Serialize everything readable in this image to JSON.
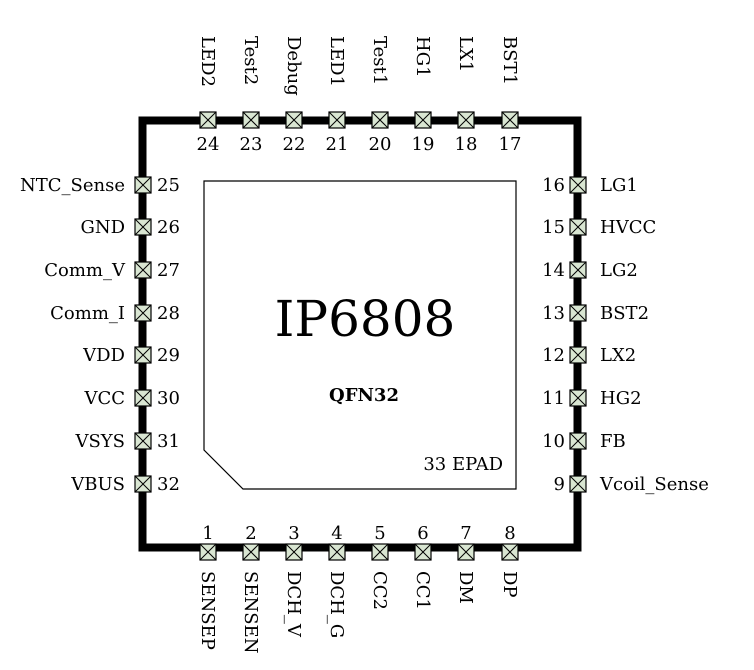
{
  "chip": {
    "name": "IP6808",
    "package": "QFN32",
    "epad_label": "33 EPAD"
  },
  "pins": {
    "bottom": [
      {
        "num": "1",
        "name": "SENSEP"
      },
      {
        "num": "2",
        "name": "SENSEN"
      },
      {
        "num": "3",
        "name": "DCH_V"
      },
      {
        "num": "4",
        "name": "DCH_G"
      },
      {
        "num": "5",
        "name": "CC2"
      },
      {
        "num": "6",
        "name": "CC1"
      },
      {
        "num": "7",
        "name": "DM"
      },
      {
        "num": "8",
        "name": "DP"
      }
    ],
    "right": [
      {
        "num": "9",
        "name": "Vcoil_Sense"
      },
      {
        "num": "10",
        "name": "FB"
      },
      {
        "num": "11",
        "name": "HG2"
      },
      {
        "num": "12",
        "name": "LX2"
      },
      {
        "num": "13",
        "name": "BST2"
      },
      {
        "num": "14",
        "name": "LG2"
      },
      {
        "num": "15",
        "name": "HVCC"
      },
      {
        "num": "16",
        "name": "LG1"
      }
    ],
    "top": [
      {
        "num": "17",
        "name": "BST1"
      },
      {
        "num": "18",
        "name": "LX1"
      },
      {
        "num": "19",
        "name": "HG1"
      },
      {
        "num": "20",
        "name": "Test1"
      },
      {
        "num": "21",
        "name": "LED1"
      },
      {
        "num": "22",
        "name": "Debug"
      },
      {
        "num": "23",
        "name": "Test2"
      },
      {
        "num": "24",
        "name": "LED2"
      }
    ],
    "left": [
      {
        "num": "25",
        "name": "NTC_Sense"
      },
      {
        "num": "26",
        "name": "GND"
      },
      {
        "num": "27",
        "name": "Comm_V"
      },
      {
        "num": "28",
        "name": "Comm_I"
      },
      {
        "num": "29",
        "name": "VDD"
      },
      {
        "num": "30",
        "name": "VCC"
      },
      {
        "num": "31",
        "name": "VSYS"
      },
      {
        "num": "32",
        "name": "VBUS"
      }
    ]
  }
}
